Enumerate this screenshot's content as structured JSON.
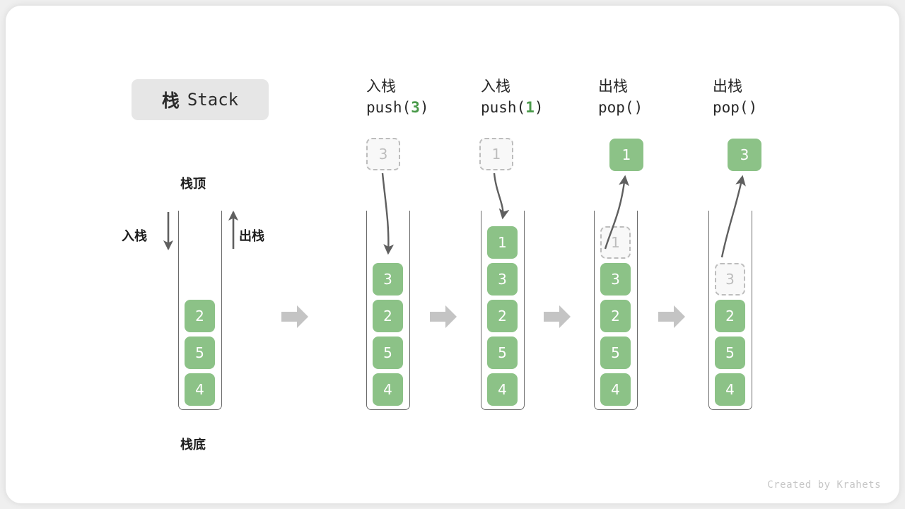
{
  "title": {
    "cn": "栈",
    "en": "Stack"
  },
  "labels": {
    "top": "栈顶",
    "bottom": "栈底",
    "push": "入栈",
    "pop": "出栈"
  },
  "colors": {
    "cell_green": "#8cc287",
    "cell_text": "#ffffff",
    "ghost_border": "#bdbdbd",
    "ghost_fill": "#f8f8f8",
    "ghost_text": "#bdbdbd",
    "arrow_gray": "#c4c4c4",
    "thin_arrow": "#5f5f5f",
    "wall": "#6a6a6a",
    "accent_green_text": "#4a9a4a",
    "chip_bg": "#e6e6e6",
    "page_bg": "#efefef",
    "card_bg": "#ffffff"
  },
  "columns": [
    {
      "id": "initial",
      "head_line1": "",
      "head_line2": "",
      "op": "",
      "arg": "",
      "stack": [
        "2",
        "5",
        "4"
      ],
      "floating": null,
      "ghost_in_stack": null
    },
    {
      "id": "push-3",
      "head_line1": "入栈",
      "head_line2_pre": "push(",
      "head_line2_arg": "3",
      "head_line2_post": ")",
      "stack": [
        "3",
        "2",
        "5",
        "4"
      ],
      "floating": {
        "value": "3",
        "style": "ghost"
      },
      "ghost_in_stack": null
    },
    {
      "id": "push-1",
      "head_line1": "入栈",
      "head_line2_pre": "push(",
      "head_line2_arg": "1",
      "head_line2_post": ")",
      "stack": [
        "1",
        "3",
        "2",
        "5",
        "4"
      ],
      "floating": {
        "value": "1",
        "style": "ghost"
      },
      "ghost_in_stack": null
    },
    {
      "id": "pop-1",
      "head_line1": "出栈",
      "head_line2_pre": "pop(",
      "head_line2_arg": "",
      "head_line2_post": ")",
      "stack": [
        "3",
        "2",
        "5",
        "4"
      ],
      "floating": {
        "value": "1",
        "style": "solid"
      },
      "ghost_in_stack": {
        "value": "1",
        "slot": 0
      }
    },
    {
      "id": "pop-3",
      "head_line1": "出栈",
      "head_line2_pre": "pop(",
      "head_line2_arg": "",
      "head_line2_post": ")",
      "stack": [
        "2",
        "5",
        "4"
      ],
      "floating": {
        "value": "3",
        "style": "solid"
      },
      "ghost_in_stack": {
        "value": "3",
        "slot": 1
      }
    }
  ],
  "credit": "Created by Krahets"
}
